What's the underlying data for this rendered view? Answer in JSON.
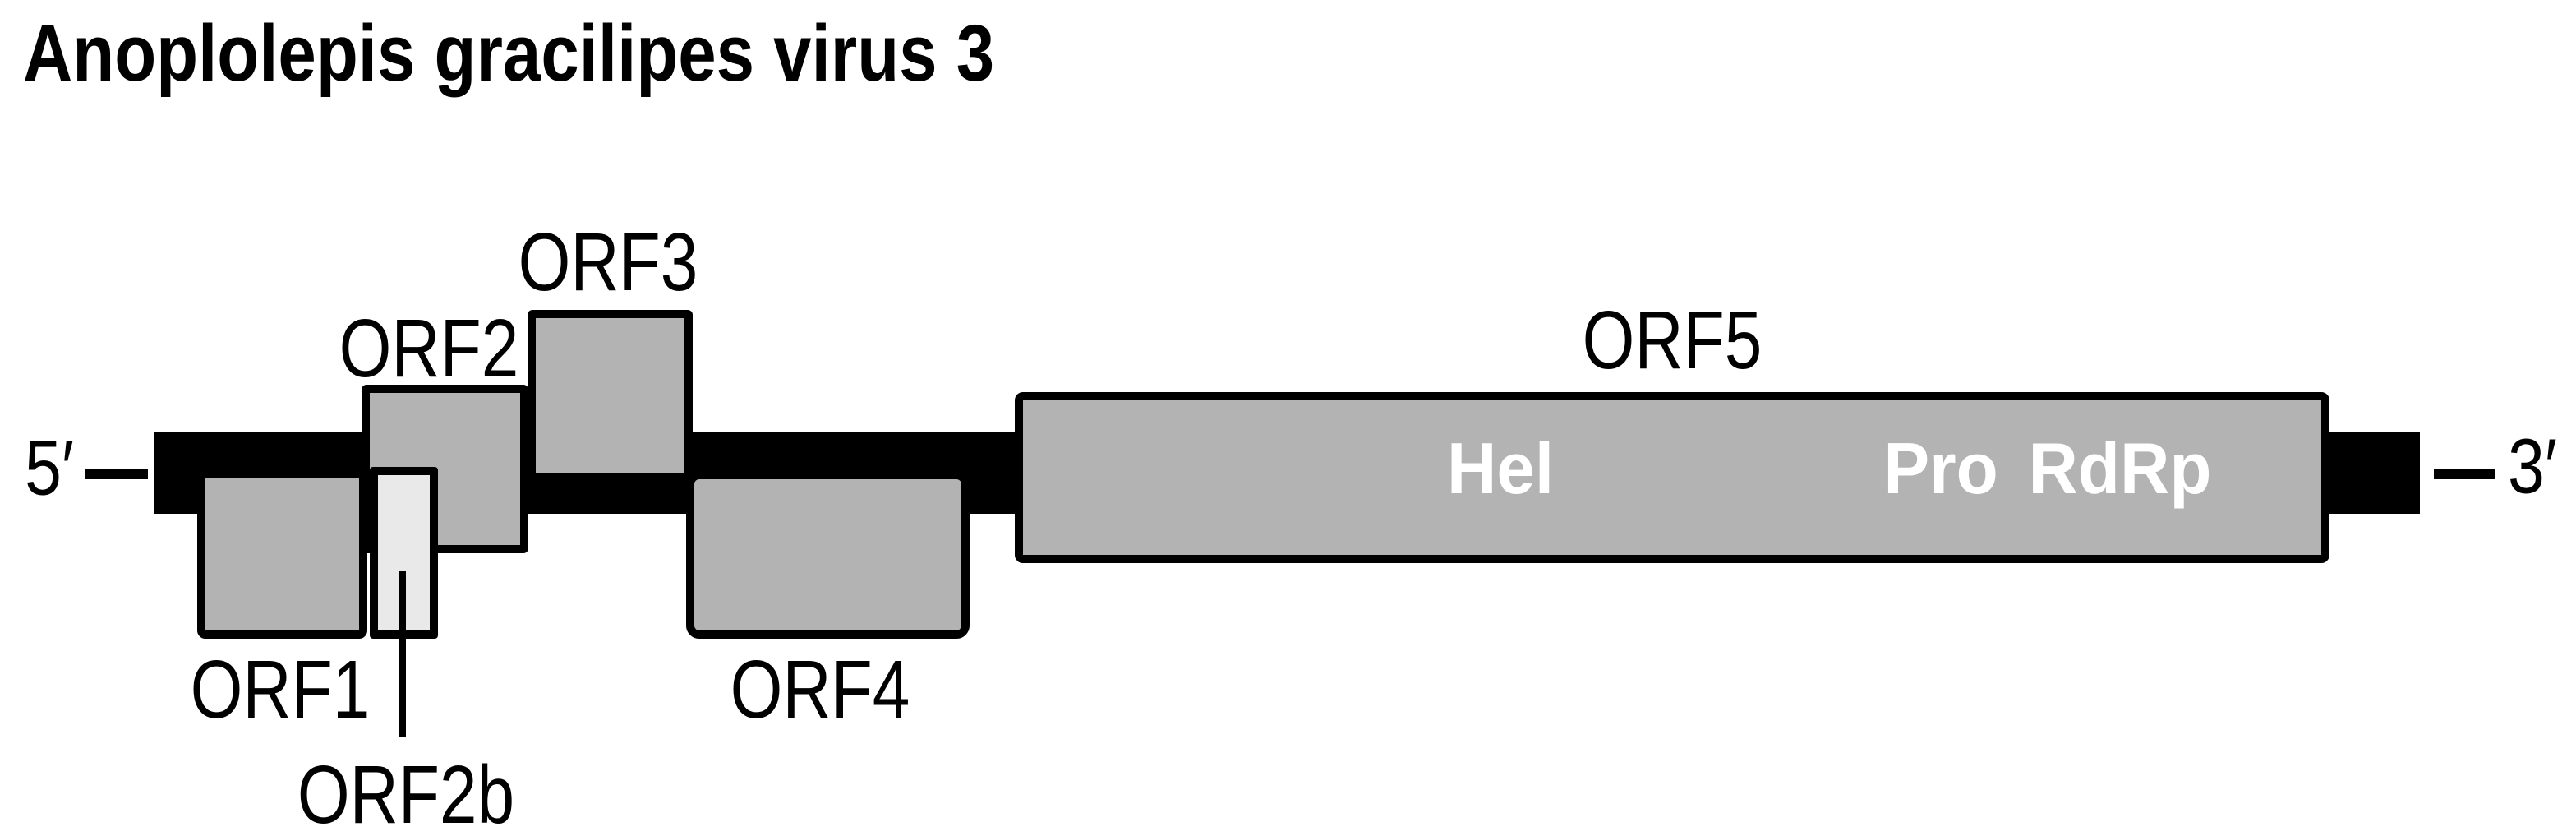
{
  "title": "Anoplolepis gracilipes virus 3",
  "genome": {
    "five_prime_label": "5′",
    "three_prime_label": "3′",
    "orfs": [
      {
        "id": "orf1",
        "label": "ORF1"
      },
      {
        "id": "orf2",
        "label": "ORF2"
      },
      {
        "id": "orf2b",
        "label": "ORF2b"
      },
      {
        "id": "orf3",
        "label": "ORF3"
      },
      {
        "id": "orf4",
        "label": "ORF4"
      },
      {
        "id": "orf5",
        "label": "ORF5",
        "domains": [
          {
            "name": "Hel"
          },
          {
            "name": "Pro"
          },
          {
            "name": "RdRp"
          }
        ]
      }
    ]
  },
  "colors": {
    "black": "#000000",
    "box_gray": "#b3b3b3",
    "box_light_gray": "#e9e9e9",
    "text_white": "#ffffff"
  }
}
